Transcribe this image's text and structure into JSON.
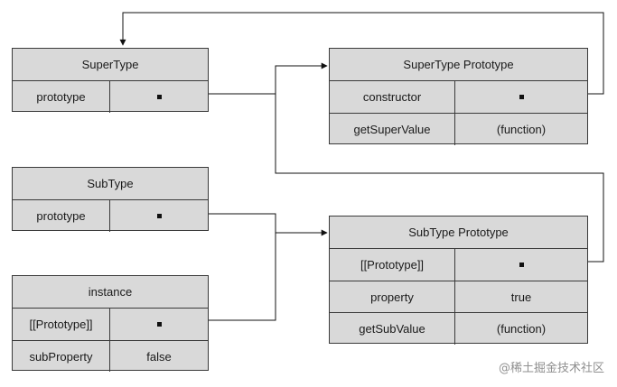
{
  "diagram": {
    "supertype": {
      "title": "SuperType",
      "prototype_label": "prototype"
    },
    "supertype_prototype": {
      "title": "SuperType Prototype",
      "constructor_label": "constructor",
      "getsupervalue_label": "getSuperValue",
      "getsupervalue_value": "(function)"
    },
    "subtype": {
      "title": "SubType",
      "prototype_label": "prototype"
    },
    "instance": {
      "title": "instance",
      "proto_label": "[[Prototype]]",
      "subproperty_label": "subProperty",
      "subproperty_value": "false"
    },
    "subtype_prototype": {
      "title": "SubType Prototype",
      "proto_label": "[[Prototype]]",
      "property_label": "property",
      "property_value": "true",
      "getsubvalue_label": "getSubValue",
      "getsubvalue_value": "(function)"
    }
  },
  "watermark": "@稀土掘金技术社区"
}
